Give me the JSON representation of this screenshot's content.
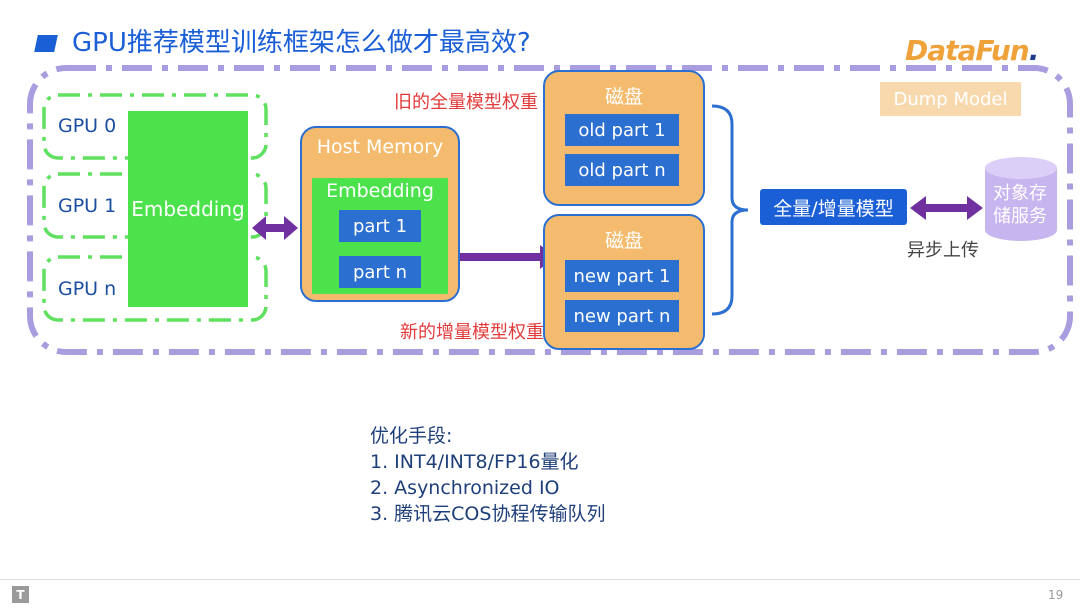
{
  "title": "GPU推荐模型训练框架怎么做才最高效?",
  "logo": {
    "text_main": "DataFun",
    "text_dot": "."
  },
  "gpus": [
    "GPU 0",
    "GPU 1",
    "GPU n"
  ],
  "embedding_label": "Embedding",
  "host_memory": {
    "title": "Host Memory",
    "embedding_label": "Embedding",
    "parts": [
      "part 1",
      "part n"
    ]
  },
  "old_weights_label": "旧的全量模型权重",
  "new_weights_label": "新的增量模型权重",
  "disk_old": {
    "title": "磁盘",
    "parts": [
      "old part 1",
      "old part n"
    ]
  },
  "disk_new": {
    "title": "磁盘",
    "parts": [
      "new part 1",
      "new part n"
    ]
  },
  "dump_model": "Dump Model",
  "full_incremental_model": "全量/增量模型",
  "async_upload": "异步上传",
  "object_storage": {
    "line1": "对象存",
    "line2": "储服务"
  },
  "optimization": {
    "heading": "优化手段:",
    "items": [
      "1.  INT4/INT8/FP16量化",
      "2.  Asynchronized IO",
      "3.  腾讯云COS协程传输队列"
    ]
  },
  "colors": {
    "accent_blue": "#1a5fd6",
    "green": "#4ce24c",
    "orange": "#f4bb6e",
    "purple": "#7030a0",
    "dashed_border": "#a99de0"
  },
  "footer": {
    "logo_char": "T",
    "page_number": "19"
  }
}
